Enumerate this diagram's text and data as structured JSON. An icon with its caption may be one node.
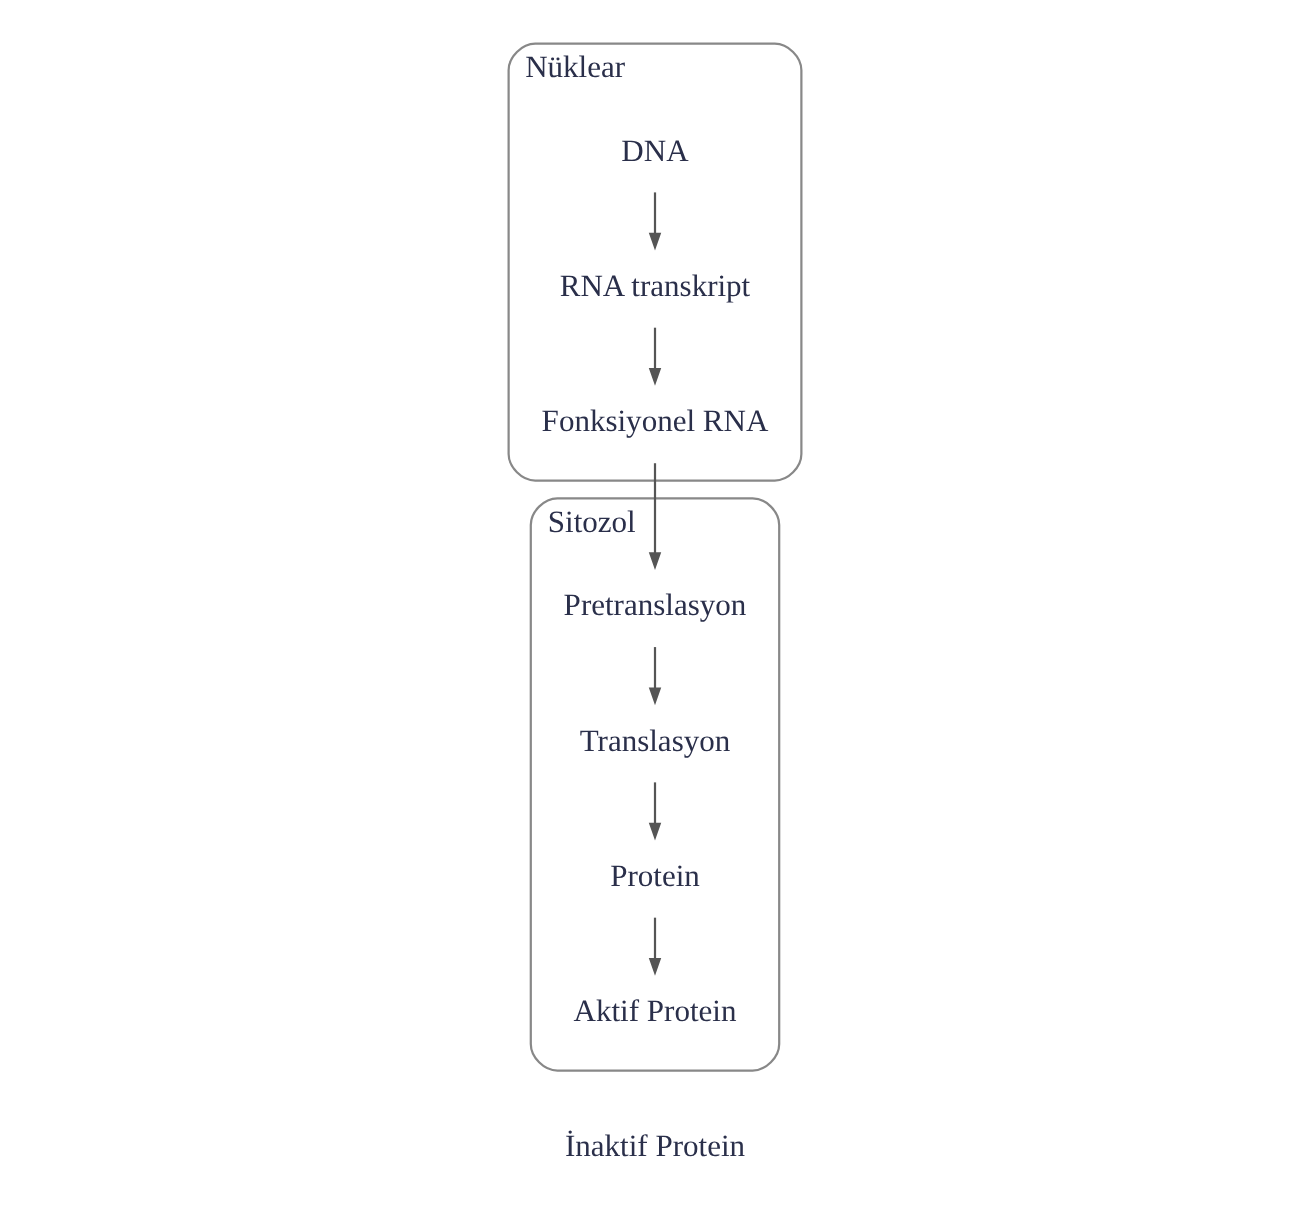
{
  "diagram": {
    "nodes": [
      {
        "text": [
          "Nüklear"
        ]
      },
      {
        "text": [
          "DNA"
        ],
        "in": 0
      },
      {
        "text": [
          "RNA transkript"
        ],
        "in": 0
      },
      {
        "text": [
          "Fonksiyonel RNA"
        ],
        "in": 0
      },
      {
        "text": [
          "Sitozol"
        ]
      },
      {
        "text": [
          "Pretranslasyon"
        ],
        "in": 4
      },
      {
        "text": [
          "Translasyon"
        ],
        "in": 4
      },
      {
        "text": [
          "Protein"
        ],
        "in": 4
      },
      {
        "text": [
          "Aktif Protein"
        ],
        "in": 4
      },
      {
        "text": [
          "İnaktif Protein"
        ]
      }
    ],
    "edges": [
      {
        "from": 1,
        "to": 2,
        "arrow": "to"
      },
      {
        "from": 2,
        "to": 3,
        "arrow": "to"
      },
      {
        "from": 3,
        "to": 5,
        "arrow": "to"
      },
      {
        "from": 5,
        "to": 6,
        "arrow": "to"
      },
      {
        "from": 6,
        "to": 7,
        "arrow": "to"
      },
      {
        "from": 7,
        "to": 8,
        "arrow": "to"
      }
    ]
  }
}
